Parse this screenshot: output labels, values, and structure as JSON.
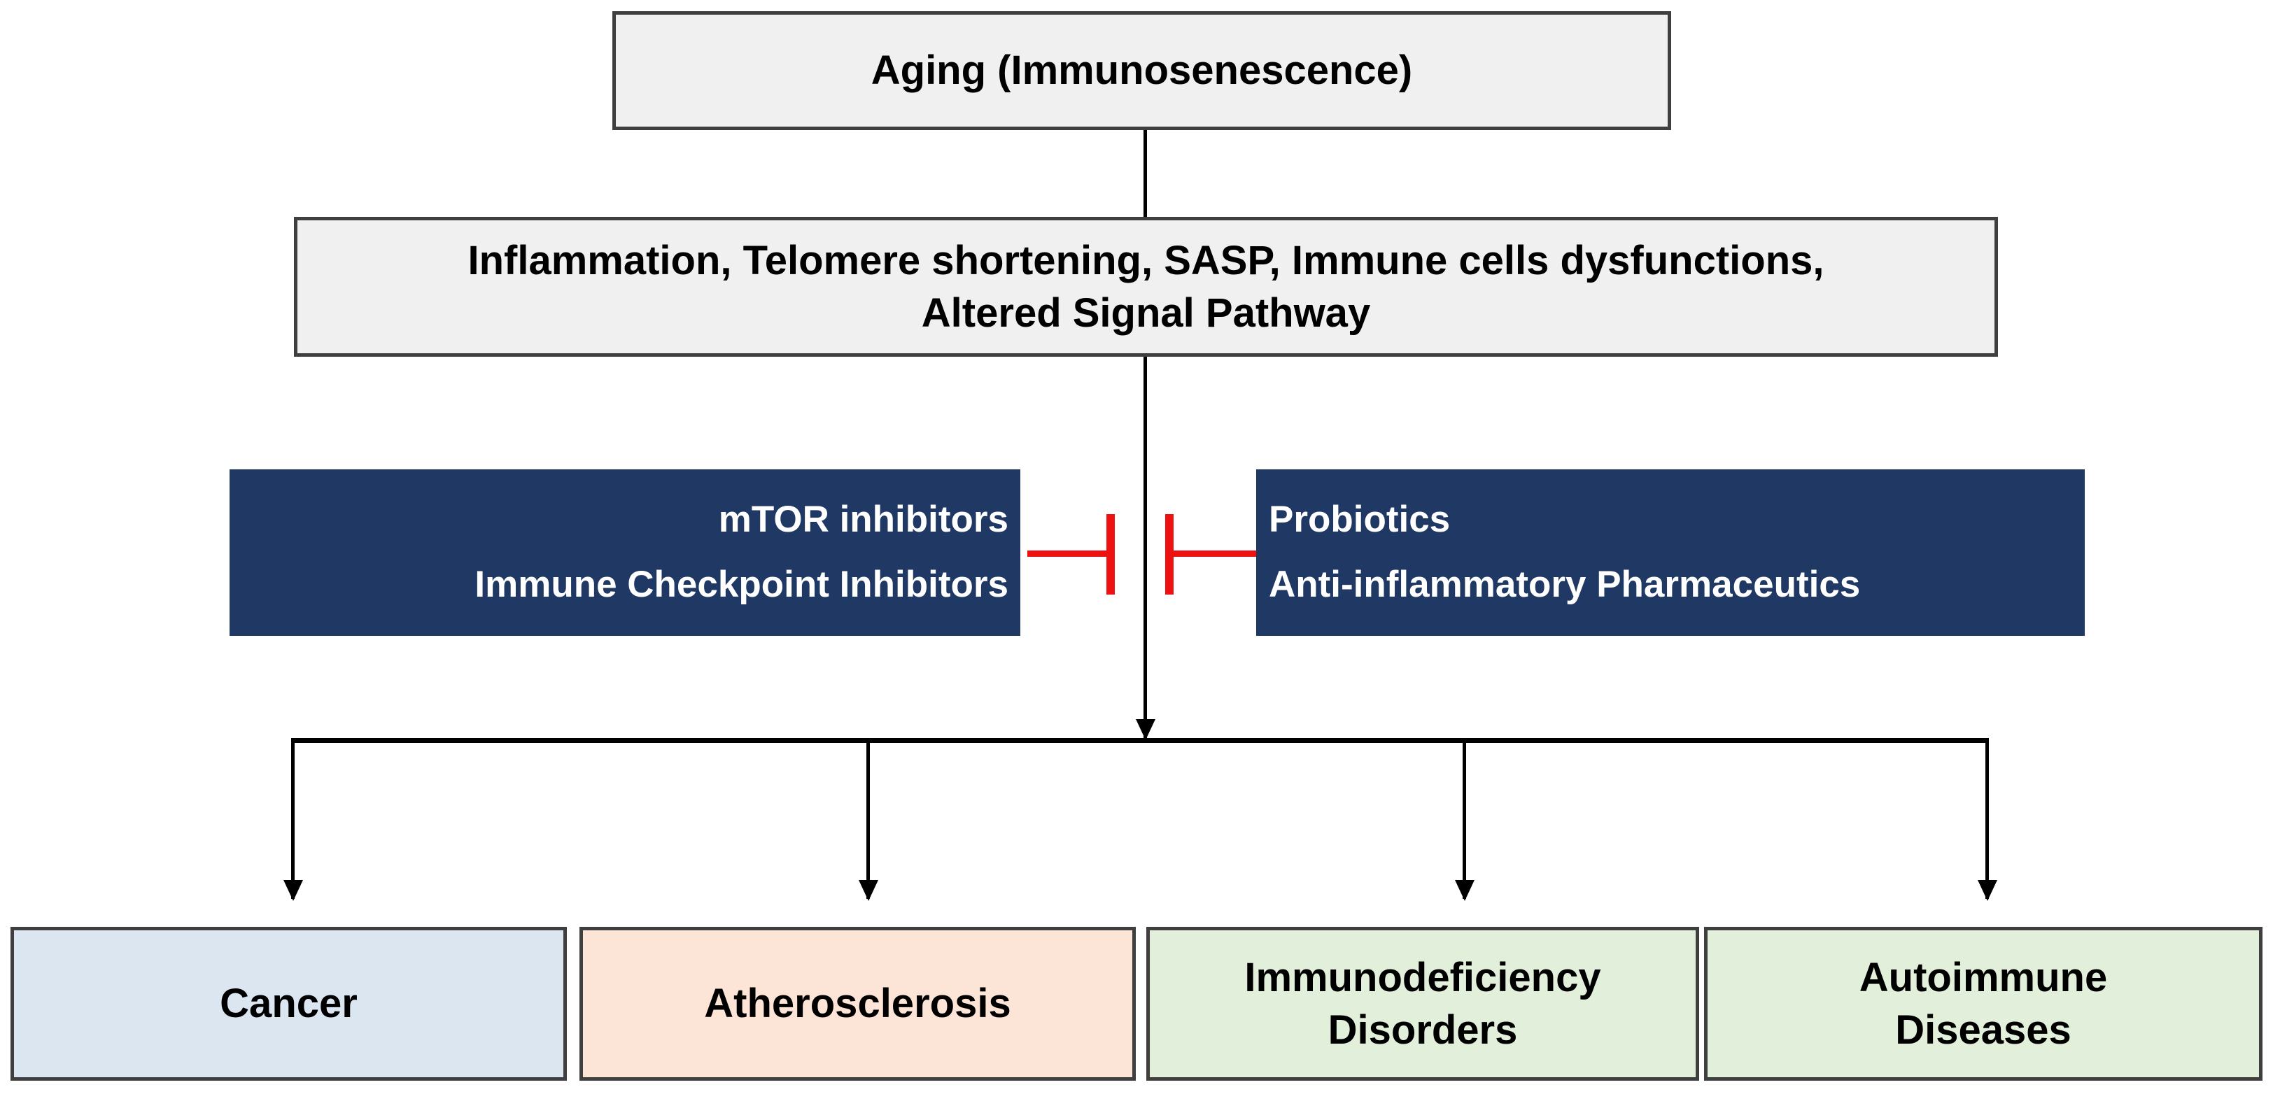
{
  "diagram": {
    "title": "Aging immunosenescence pathway and therapeutic interventions",
    "colors": {
      "grey_fill": "#f0f0f0",
      "box_border": "#3f3f3f",
      "navy_fill": "#1f3864",
      "navy_text": "#ffffff",
      "inhibition_red": "#ee1111",
      "connector_black": "#000000",
      "cancer_fill": "#dce6f1",
      "atherosclerosis_fill": "#fce4d6",
      "immunodeficiency_fill": "#e2efda",
      "autoimmune_fill": "#e2efda"
    },
    "top_node": {
      "label": "Aging (Immunosenescence)"
    },
    "mechanism_node": {
      "line1": "Inflammation, Telomere shortening, SASP, Immune cells dysfunctions,",
      "line2": "Altered Signal Pathway"
    },
    "interventions": [
      {
        "id": "left-intervention",
        "line1": "mTOR inhibitors",
        "line2": "Immune Checkpoint Inhibitors",
        "marker": "inhibition-t-bar"
      },
      {
        "id": "right-intervention",
        "line1": "Probiotics",
        "line2": "Anti-inflammatory Pharmaceutics",
        "marker": "inhibition-t-bar"
      }
    ],
    "outcomes": [
      {
        "id": "cancer",
        "label": "Cancer",
        "line1": "Cancer",
        "line2": ""
      },
      {
        "id": "atherosclerosis",
        "label": "Atherosclerosis",
        "line1": "Atherosclerosis",
        "line2": ""
      },
      {
        "id": "immunodeficiency",
        "label": "Immunodeficiency Disorders",
        "line1": "Immunodeficiency",
        "line2": "Disorders"
      },
      {
        "id": "autoimmune",
        "label": "Autoimmune Diseases",
        "line1": "Autoimmune",
        "line2": "Diseases"
      }
    ]
  }
}
